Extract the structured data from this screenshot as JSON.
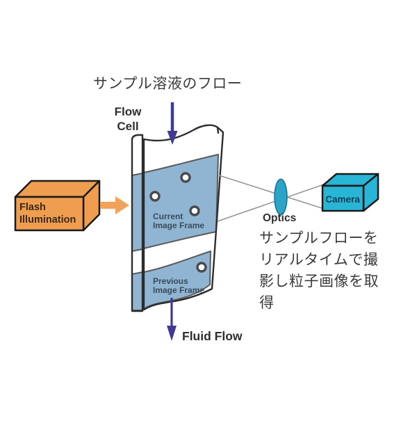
{
  "diagram": {
    "top_label": "サンプル溶液のフロー",
    "flow_cell_label": {
      "line1": "Flow",
      "line2": "Cell"
    },
    "current_frame": {
      "line1": "Current",
      "line2": "Image Frame"
    },
    "previous_frame": {
      "line1": "Previous",
      "line2": "Image Frame"
    },
    "flash": {
      "line1": "Flash",
      "line2": "Illumination"
    },
    "optics_label": "Optics",
    "camera_label": "Camera",
    "fluid_flow_label": "Fluid Flow",
    "caption": {
      "line1": "サンプルフローを",
      "line2": "リアルタイムで撮",
      "line3": "影し粒子画像を取",
      "line4": "得"
    }
  },
  "colors": {
    "band_blue": "#8FB5D3",
    "navy_arrow": "#3E3A96",
    "orange": "#EE9E4E",
    "orange_arrow": "#F2A259",
    "camera_cyan": "#29B5D6",
    "lens_teal": "#2AA5C8",
    "ray_gray": "#969696",
    "outline_dark": "#2D2D2D",
    "text_dark": "#3A3A3A",
    "frame_text": "#3A4A5C",
    "camera_text": "#123D50",
    "flash_text": "#38291C"
  }
}
